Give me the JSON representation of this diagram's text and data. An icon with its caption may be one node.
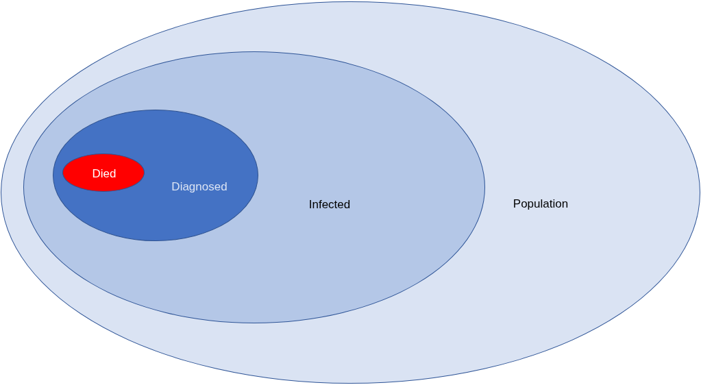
{
  "diagram": {
    "nodes": [
      {
        "text": [
          "Population"
        ]
      },
      {
        "text": [
          "Infected"
        ],
        "in": 0
      },
      {
        "text": [
          "Diagnosed"
        ],
        "in": 1
      },
      {
        "text": [
          "Died"
        ],
        "in": 2
      }
    ]
  }
}
